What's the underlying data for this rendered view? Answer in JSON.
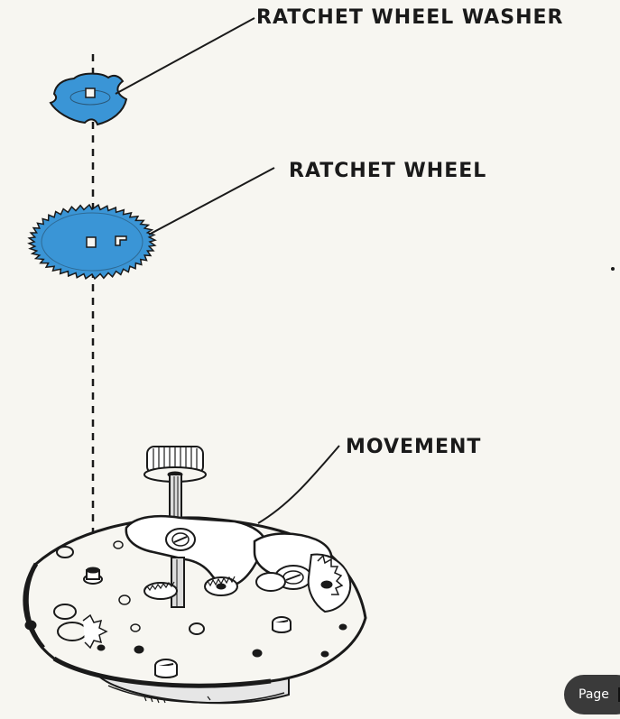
{
  "labels": {
    "washer": "RATCHET WHEEL WASHER",
    "wheel": "RATCHET WHEEL",
    "movement": "MOVEMENT"
  },
  "pager": {
    "label": "Page"
  },
  "colors": {
    "part_fill": "#3a95d6",
    "ink": "#1a1a1a",
    "paper": "#f7f6f1"
  }
}
